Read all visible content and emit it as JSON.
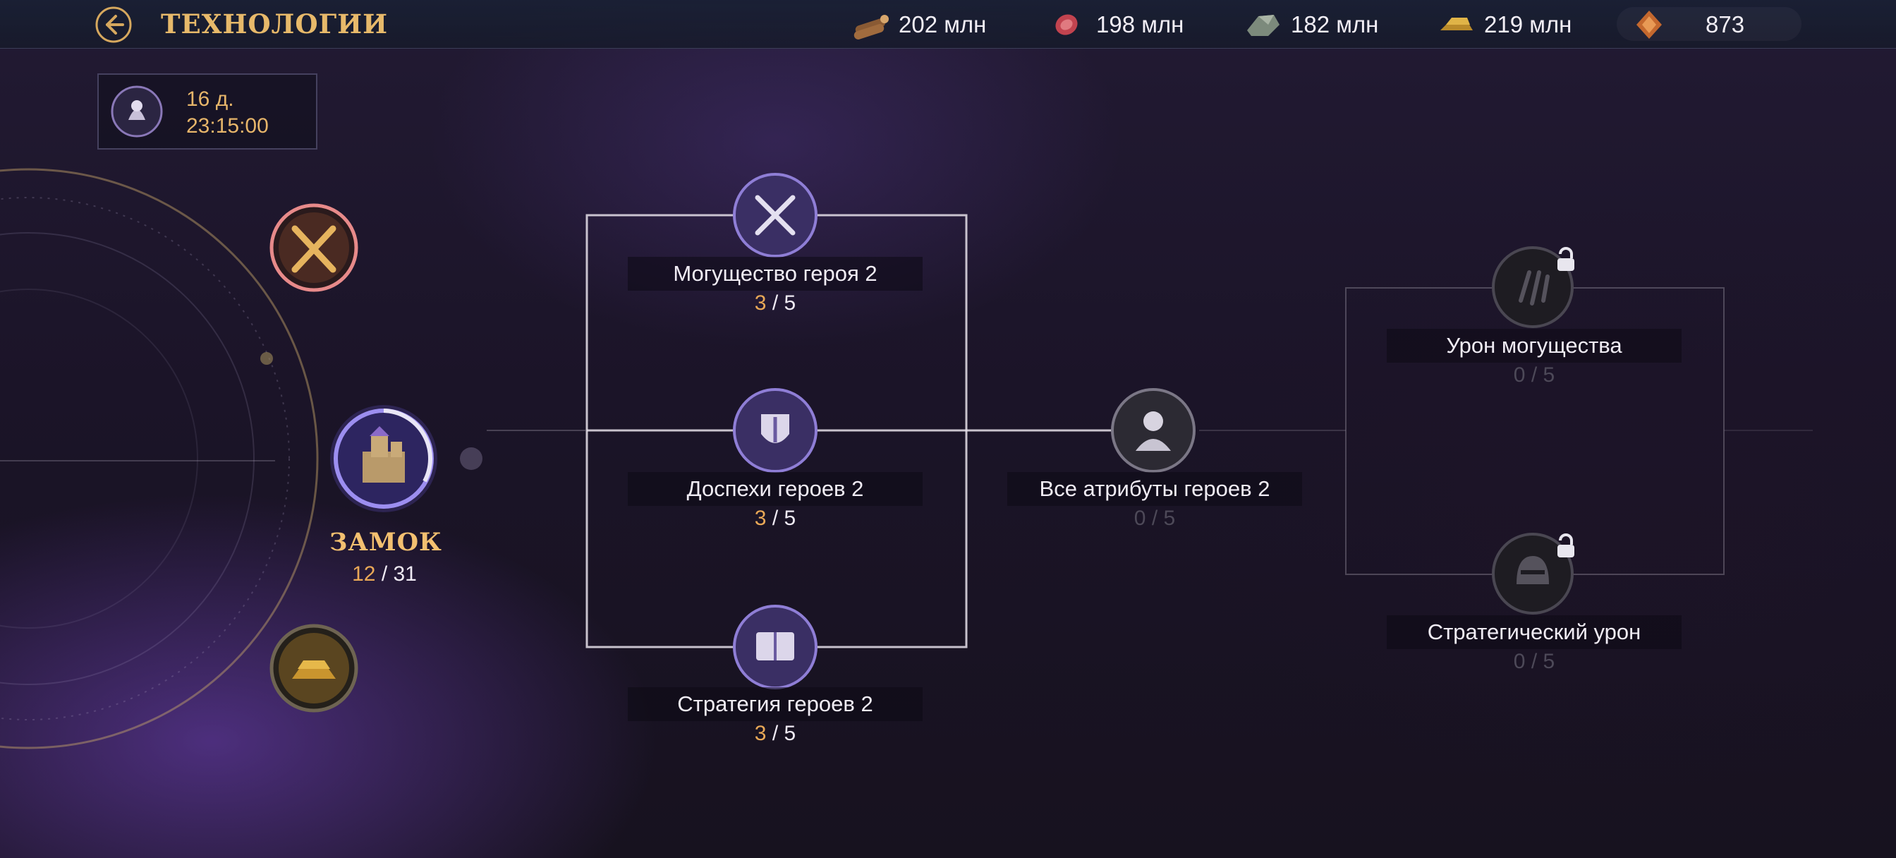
{
  "header": {
    "title": "ТЕХНОЛОГИИ",
    "resources": [
      {
        "icon": "wood-icon",
        "value": "202 млн"
      },
      {
        "icon": "meat-icon",
        "value": "198 млн"
      },
      {
        "icon": "stone-icon",
        "value": "182 млн"
      },
      {
        "icon": "gold-bars-icon",
        "value": "219 млн"
      },
      {
        "icon": "gem-icon",
        "value": "873"
      }
    ]
  },
  "timer": {
    "days": "16 д.",
    "time": "23:15:00"
  },
  "castle": {
    "name": "ЗАМОК",
    "current": "12",
    "max": "31"
  },
  "tree": {
    "col1": [
      {
        "name": "Могущество героя 2",
        "current": "3",
        "max": "5",
        "icon": "crossed-swords-icon"
      },
      {
        "name": "Доспехи героев 2",
        "current": "3",
        "max": "5",
        "icon": "armor-crest-icon"
      },
      {
        "name": "Стратегия героев 2",
        "current": "3",
        "max": "5",
        "icon": "book-icon"
      }
    ],
    "col2": [
      {
        "name": "Все атрибуты героев 2",
        "current": "0",
        "max": "5",
        "icon": "knight-icon"
      }
    ],
    "col3": [
      {
        "name": "Урон могущества",
        "current": "0",
        "max": "5",
        "icon": "claw-icon",
        "locked": true
      },
      {
        "name": "Стратегический урон",
        "current": "0",
        "max": "5",
        "icon": "helmet-icon",
        "locked": true
      }
    ]
  },
  "colors": {
    "accent": "#e7b96a",
    "node_active": "#8a6cc8",
    "line": "#d9d4dc"
  }
}
